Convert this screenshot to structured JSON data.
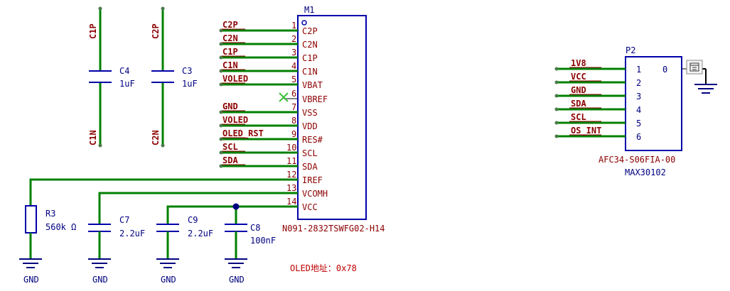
{
  "colors": {
    "wire": "#008000",
    "body": "#0000aa",
    "text_net": "#8b0000",
    "text_ref": "#000080",
    "dot": "#00007f",
    "noconnect": "#40c040",
    "ground": "#000080",
    "note": "#c00000"
  },
  "caps_top": [
    {
      "ref": "C4",
      "value": "1uF",
      "top_net": "C1P",
      "bottom_net": "C1N"
    },
    {
      "ref": "C3",
      "value": "1uF",
      "top_net": "C2P",
      "bottom_net": "C2N"
    }
  ],
  "m1": {
    "ref": "M1",
    "part": "N091-2832TSWFG02-H14",
    "pins": [
      {
        "num": "1",
        "name": "C2P",
        "net": "C2P"
      },
      {
        "num": "2",
        "name": "C2N",
        "net": "C2N"
      },
      {
        "num": "3",
        "name": "C1P",
        "net": "C1P"
      },
      {
        "num": "4",
        "name": "C1N",
        "net": "C1N"
      },
      {
        "num": "5",
        "name": "VBAT",
        "net": "VOLED"
      },
      {
        "num": "6",
        "name": "VBREF",
        "net": ""
      },
      {
        "num": "7",
        "name": "VSS",
        "net": "GND"
      },
      {
        "num": "8",
        "name": "VDD",
        "net": "VOLED"
      },
      {
        "num": "9",
        "name": "RES#",
        "net": "OLED_RST"
      },
      {
        "num": "10",
        "name": "SCL",
        "net": "SCL"
      },
      {
        "num": "11",
        "name": "SDA",
        "net": "SDA"
      },
      {
        "num": "12",
        "name": "IREF",
        "net": ""
      },
      {
        "num": "13",
        "name": "VCOMH",
        "net": ""
      },
      {
        "num": "14",
        "name": "VCC",
        "net": ""
      }
    ]
  },
  "bottom_parts": {
    "r3": {
      "ref": "R3",
      "value": "560k Ω"
    },
    "c7": {
      "ref": "C7",
      "value": "2.2uF"
    },
    "c9": {
      "ref": "C9",
      "value": "2.2uF"
    },
    "c8": {
      "ref": "C8",
      "value": "100nF"
    },
    "gnd_label": "GND"
  },
  "note": "OLED地址：0x78",
  "p2": {
    "ref": "P2",
    "part": "AFC34-S06FIA-00",
    "name": "MAX30102",
    "pin0": "0",
    "pins": [
      {
        "num": "1",
        "net": "1V8"
      },
      {
        "num": "2",
        "net": "VCC"
      },
      {
        "num": "3",
        "net": "GND"
      },
      {
        "num": "4",
        "net": "SDA"
      },
      {
        "num": "5",
        "net": "SCL"
      },
      {
        "num": "6",
        "net": "OS_INT"
      }
    ]
  }
}
